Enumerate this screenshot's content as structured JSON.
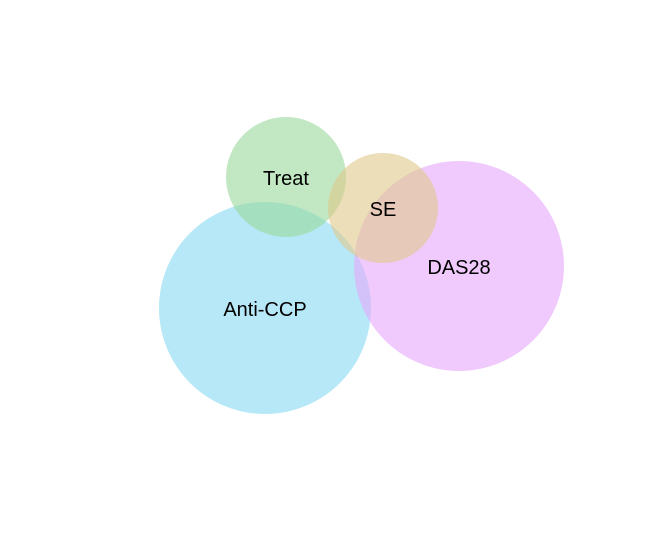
{
  "diagram": {
    "type": "venn",
    "sets": [
      {
        "id": "anti-ccp",
        "label": "Anti-CCP",
        "color": "#87d9f2"
      },
      {
        "id": "das28",
        "label": "DAS28",
        "color": "#e6a6fb"
      },
      {
        "id": "treat",
        "label": "Treat",
        "color": "#98d99a"
      },
      {
        "id": "se",
        "label": "SE",
        "color": "#e0c88a"
      }
    ]
  }
}
